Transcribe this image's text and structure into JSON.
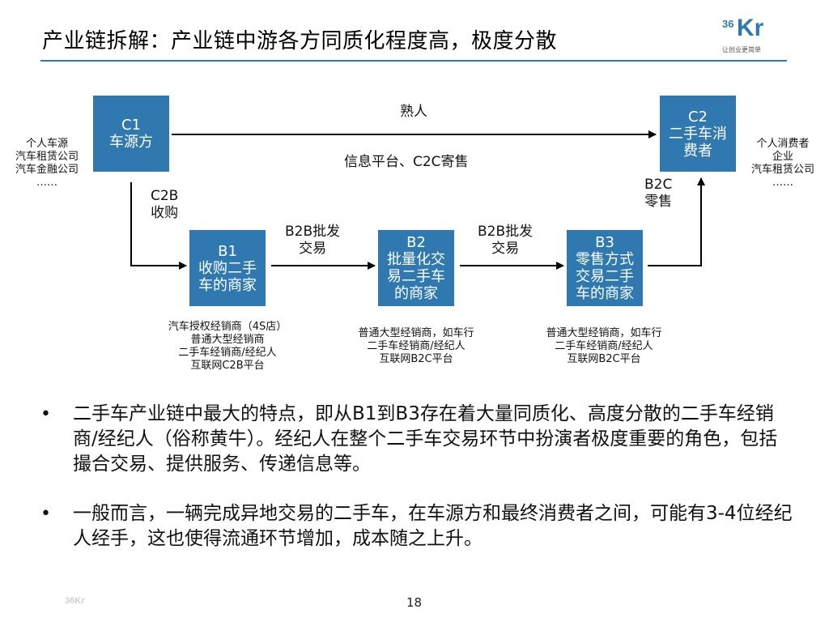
{
  "title": "产业链拆解：产业链中游各方同质化程度高，极度分散",
  "logo": {
    "number": "36",
    "mark": "Kr",
    "slogan": "让创业更简单"
  },
  "boxes": {
    "c1": {
      "line1": "C1",
      "line2": "车源方"
    },
    "c2": {
      "line1": "C2",
      "line2": "二手车消",
      "line3": "费者"
    },
    "b1": {
      "line1": "B1",
      "line2": "收购二手",
      "line3": "车的商家"
    },
    "b2": {
      "line1": "B2",
      "line2": "批量化交",
      "line3": "易二手车",
      "line4": "的商家"
    },
    "b3": {
      "line1": "B3",
      "line2": "零售方式",
      "line3": "交易二手",
      "line4": "车的商家"
    }
  },
  "edges": {
    "c1_c2_top": "熟人",
    "c1_c2_bottom": "信息平台、C2C寄售",
    "c2b": {
      "line1": "C2B",
      "line2": "收购"
    },
    "b2b_1": {
      "line1": "B2B批发",
      "line2": "交易"
    },
    "b2b_2": {
      "line1": "B2B批发",
      "line2": "交易"
    },
    "b2c": {
      "line1": "B2C",
      "line2": "零售"
    }
  },
  "sources_left": [
    "个人车源",
    "汽车租赁公司",
    "汽车金融公司",
    "……"
  ],
  "consumers_right": [
    "个人消费者",
    "企业",
    "汽车租赁公司",
    "……"
  ],
  "examples": {
    "b1": [
      "汽车授权经销商（4S店）",
      "普通大型经销商",
      "二手车经销商/经纪人",
      "互联网C2B平台"
    ],
    "b2": [
      "普通大型经销商，如车行",
      "二手车经销商/经纪人",
      "互联网B2C平台"
    ],
    "b3": [
      "普通大型经销商，如车行",
      "二手车经销商/经纪人",
      "互联网B2C平台"
    ]
  },
  "bullets": [
    "二手车产业链中最大的特点，即从B1到B3存在着大量同质化、高度分散的二手车经销商/经纪人（俗称黄牛）。经纪人在整个二手车交易环节中扮演者极度重要的角色，包括撮合交易、提供服务、传递信息等。",
    "一般而言，一辆完成异地交易的二手车，在车源方和最终消费者之间，可能有3-4位经纪人经手，这也使得流通环节增加，成本随之上升。"
  ],
  "bullet_symbol": "•",
  "page_number": "18",
  "footer_logo": "36Kr",
  "colors": {
    "accent": "#2f79b0",
    "text": "#111111"
  }
}
